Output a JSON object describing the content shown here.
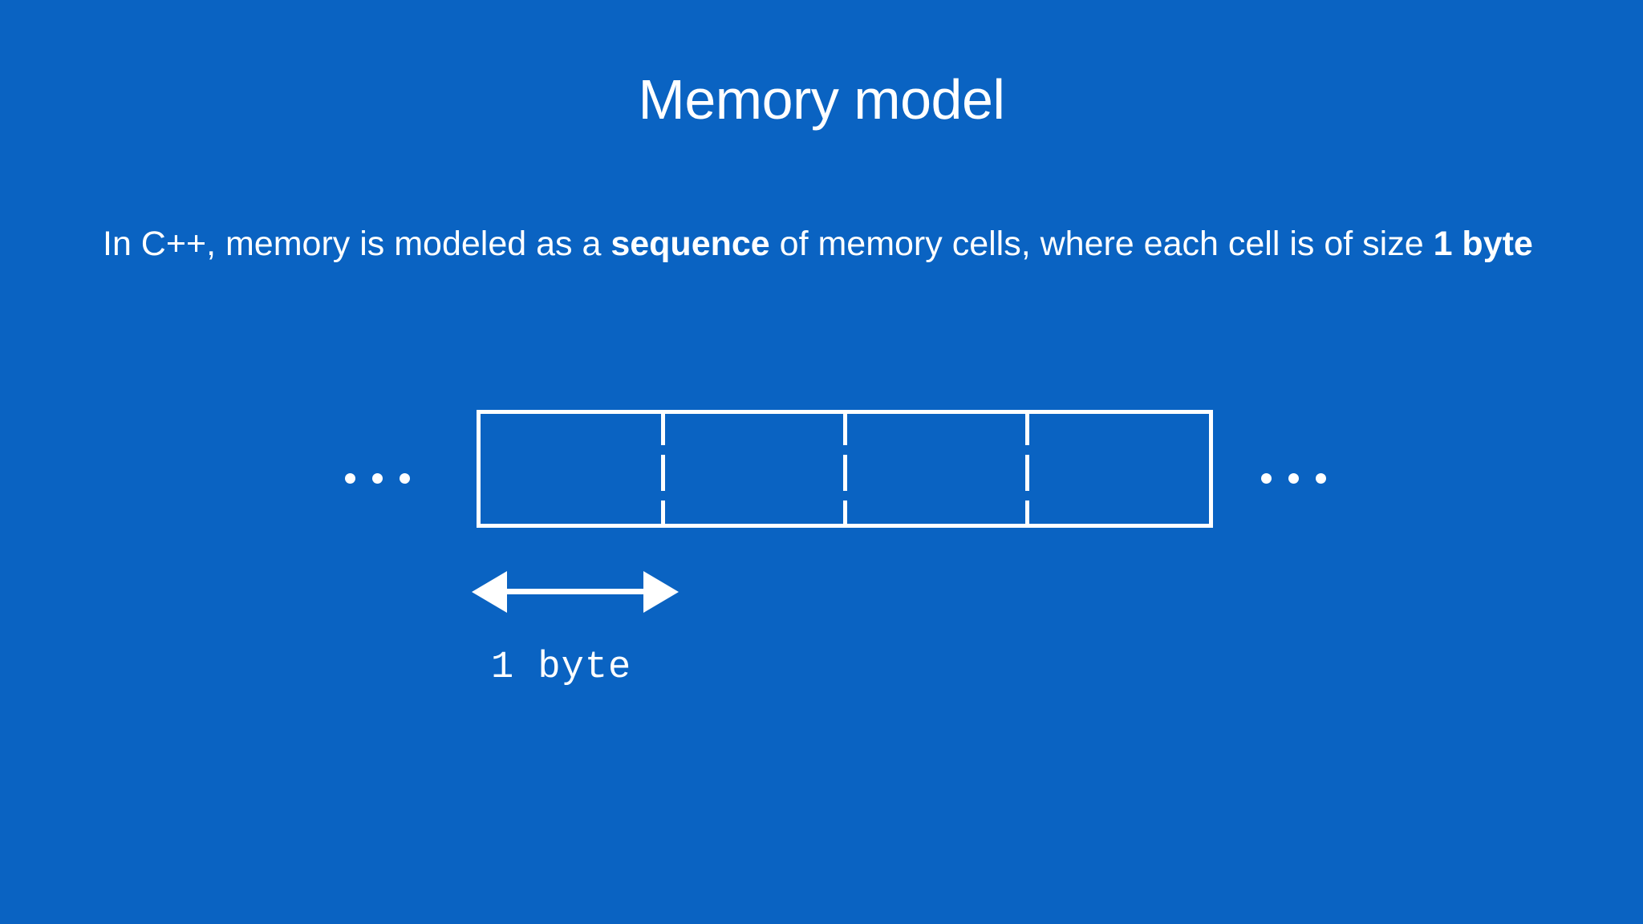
{
  "slide": {
    "background_color": "#0a63c2",
    "text_color": "#ffffff",
    "title": "Memory model",
    "body": {
      "line1_part1": "In C++, memory is modeled as a ",
      "line1_emphasis": "sequence",
      "line1_part2": " of memory cells, where ",
      "line2_part1": "each cell is of size ",
      "line2_emphasis": "1 byte"
    },
    "diagram": {
      "name": "memory-cells-diagram",
      "cells": [
        {
          "label": ""
        },
        {
          "label": ""
        },
        {
          "label": ""
        },
        {
          "label": ""
        }
      ],
      "cell_count": 4,
      "left_ellipsis": "...",
      "right_ellipsis": "...",
      "measure_label": "1 byte",
      "measure_arrow": "double-headed-arrow",
      "border_color": "#ffffff"
    }
  }
}
